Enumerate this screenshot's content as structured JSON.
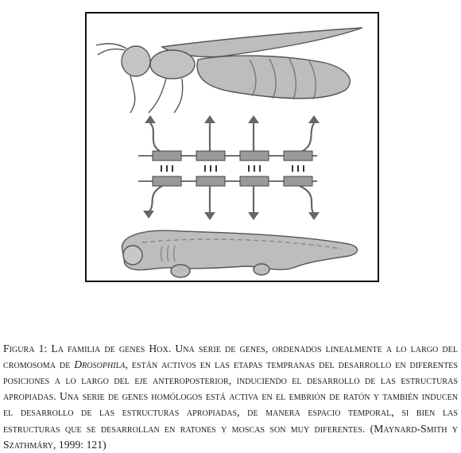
{
  "caption": {
    "label": "Figura 1: La familia de genes Hox.",
    "text_before": " Una serie de genes, ordenados linealmente a lo largo del cromosoma de ",
    "species": "Drosophila",
    "text_after": ", están activos en las etapas tempranas del desarrollo en diferentes posiciones a lo largo del eje anteroposterior, induciendo el desarrollo de las estructuras apropiadas. Una serie de genes homólogos está activa en el embrión de ratón y también inducen el desarrollo de las estructuras apropiadas, de manera espacio temporal, si bien las estructuras que se desarrollan en ratones y moscas son muy diferentes. (Maynard-Smith y Szathmáry, 1999: 121)"
  }
}
